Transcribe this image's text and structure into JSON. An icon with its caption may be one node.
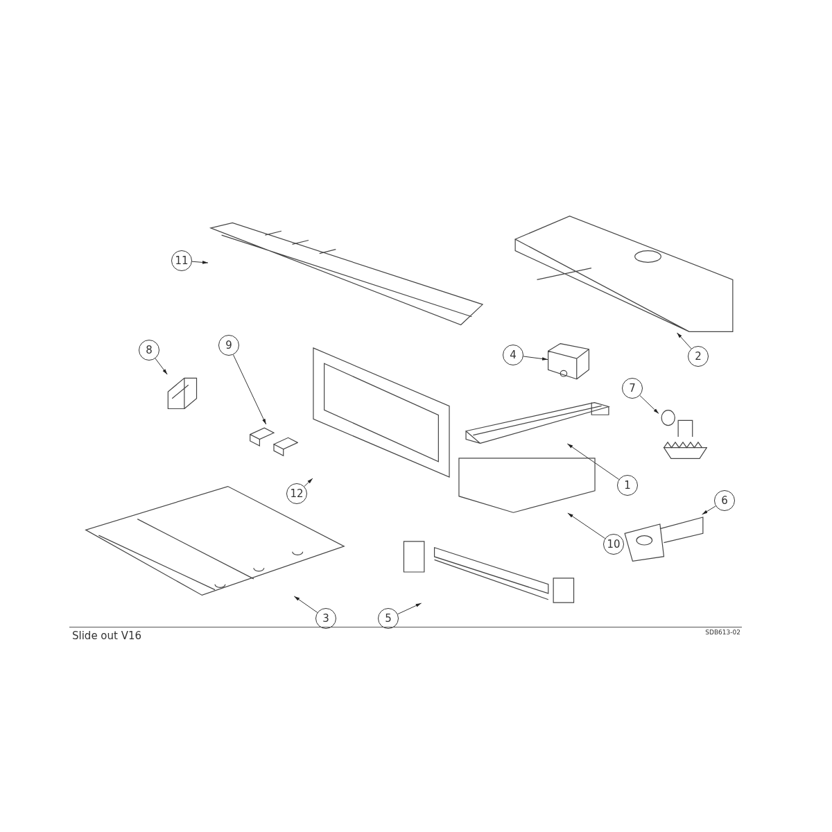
{
  "diagram": {
    "caption": "Slide out V16",
    "nodes": [
      {
        "text": [
          "11"
        ]
      },
      {
        "text": [
          "8"
        ]
      },
      {
        "text": [
          "9"
        ]
      },
      {
        "text": [
          "4"
        ]
      },
      {
        "text": [
          "2"
        ]
      },
      {
        "text": [
          "7"
        ]
      },
      {
        "text": [
          "1"
        ]
      },
      {
        "text": [
          "12"
        ]
      },
      {
        "text": [
          "6"
        ]
      },
      {
        "text": [
          "10"
        ]
      },
      {
        "text": [
          "3"
        ]
      },
      {
        "text": [
          "5"
        ]
      },
      {
        "text": [],
        "shape": "picture"
      },
      {
        "text": [],
        "shape": "picture"
      },
      {
        "text": [],
        "shape": "picture"
      },
      {
        "text": [],
        "shape": "picture"
      },
      {
        "text": [],
        "shape": "picture"
      },
      {
        "text": [],
        "shape": "picture"
      },
      {
        "text": [],
        "shape": "picture"
      },
      {
        "text": [],
        "shape": "picture"
      },
      {
        "text": [],
        "shape": "picture"
      },
      {
        "text": [],
        "shape": "picture"
      },
      {
        "text": [],
        "shape": "picture"
      },
      {
        "text": [],
        "shape": "picture"
      }
    ],
    "edges": [
      {
        "from": 0,
        "to": 12,
        "arrow": "to"
      },
      {
        "from": 1,
        "to": 13,
        "arrow": "to"
      },
      {
        "from": 2,
        "to": 14,
        "arrow": "to"
      },
      {
        "from": 3,
        "to": 15,
        "arrow": "to"
      },
      {
        "from": 4,
        "to": 16,
        "arrow": "to"
      },
      {
        "from": 5,
        "to": 17,
        "arrow": "to"
      },
      {
        "from": 6,
        "to": 18,
        "arrow": "to"
      },
      {
        "from": 7,
        "to": 19,
        "arrow": "to"
      },
      {
        "from": 8,
        "to": 20,
        "arrow": "to"
      },
      {
        "from": 9,
        "to": 21,
        "arrow": "to"
      },
      {
        "from": 10,
        "to": 22,
        "arrow": "to"
      },
      {
        "from": 11,
        "to": 23,
        "arrow": "to"
      }
    ],
    "labels": [
      "SDB613-02"
    ]
  }
}
